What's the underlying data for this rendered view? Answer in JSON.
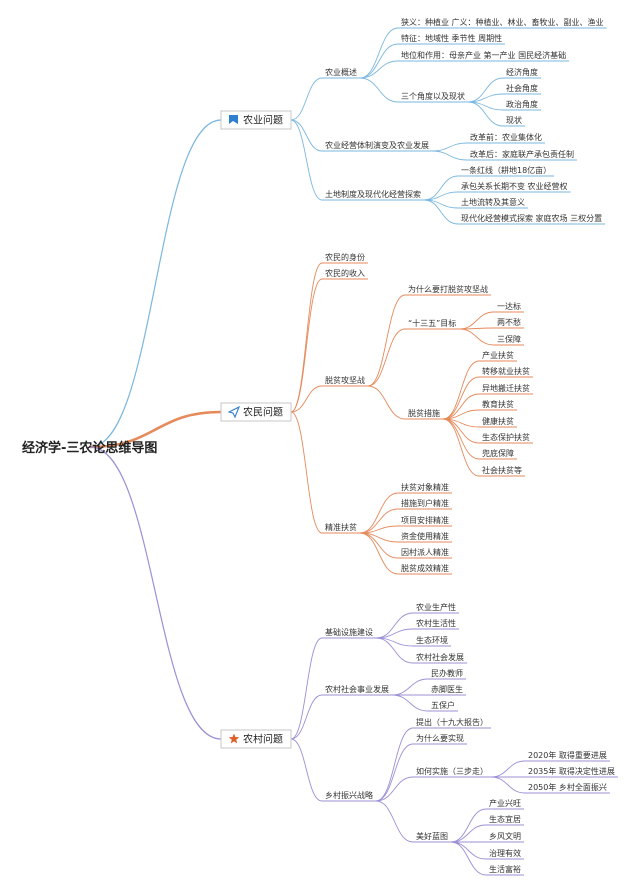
{
  "root": "经济学-三农论思维导图",
  "colors": {
    "branch1": "#7bb7df",
    "branch2": "#e58a5b",
    "branch3": "#9d8fd6"
  },
  "branches": [
    {
      "label": "农业问题",
      "icon": "flag-icon",
      "icon_color": "#2f7fd0",
      "color": "#7bb7df",
      "children": [
        {
          "label": "农业概述",
          "children": [
            {
              "label": "狭义：种植业 广义：种植业、林业、畜牧业、副业、渔业"
            },
            {
              "label": "特征：地域性 季节性 周期性"
            },
            {
              "label": "地位和作用：母亲产业 第一产业 国民经济基础"
            },
            {
              "label": "三个角度以及现状",
              "children": [
                {
                  "label": "经济角度"
                },
                {
                  "label": "社会角度"
                },
                {
                  "label": "政治角度"
                },
                {
                  "label": "现状"
                }
              ]
            }
          ]
        },
        {
          "label": "农业经营体制演变及农业发展",
          "children": [
            {
              "label": "改革前：农业集体化"
            },
            {
              "label": "改革后：家庭联产承包责任制"
            }
          ]
        },
        {
          "label": "土地制度及现代化经营探索",
          "children": [
            {
              "label": "一条红线（耕地18亿亩）"
            },
            {
              "label": "承包关系长期不变 农业经营权"
            },
            {
              "label": "土地流转及其意义"
            },
            {
              "label": "现代化经营模式探索 家庭农场 三权分置"
            }
          ]
        }
      ]
    },
    {
      "label": "农民问题",
      "icon": "send-icon",
      "icon_color": "#2f7fd0",
      "color": "#e58a5b",
      "children": [
        {
          "label": "农民的身份"
        },
        {
          "label": "农民的收入"
        },
        {
          "label": "脱贫攻坚战",
          "children": [
            {
              "label": "为什么要打脱贫攻坚战"
            },
            {
              "label": "“十三五”目标",
              "children": [
                {
                  "label": "一达标"
                },
                {
                  "label": "两不愁"
                },
                {
                  "label": "三保障"
                }
              ]
            },
            {
              "label": "脱贫措施",
              "children": [
                {
                  "label": "产业扶贫"
                },
                {
                  "label": "转移就业扶贫"
                },
                {
                  "label": "异地搬迁扶贫"
                },
                {
                  "label": "教育扶贫"
                },
                {
                  "label": "健康扶贫"
                },
                {
                  "label": "生态保护扶贫"
                },
                {
                  "label": "兜底保障"
                },
                {
                  "label": "社会扶贫等"
                }
              ]
            }
          ]
        },
        {
          "label": "精准扶贫",
          "children": [
            {
              "label": "扶贫对象精准"
            },
            {
              "label": "措施到户精准"
            },
            {
              "label": "项目安排精准"
            },
            {
              "label": "资金使用精准"
            },
            {
              "label": "因村派人精准"
            },
            {
              "label": "脱贫成效精准"
            }
          ]
        }
      ]
    },
    {
      "label": "农村问题",
      "icon": "star-icon",
      "icon_color": "#e0602b",
      "color": "#9d8fd6",
      "children": [
        {
          "label": "基础设施建设",
          "children": [
            {
              "label": "农业生产性"
            },
            {
              "label": "农村生活性"
            },
            {
              "label": "生态环境"
            },
            {
              "label": "农村社会发展"
            }
          ]
        },
        {
          "label": "农村社会事业发展",
          "children": [
            {
              "label": "民办教师"
            },
            {
              "label": "赤脚医生"
            },
            {
              "label": "五保户"
            }
          ]
        },
        {
          "label": "乡村振兴战略",
          "children": [
            {
              "label": "提出（十九大报告）"
            },
            {
              "label": "为什么要实现"
            },
            {
              "label": "如何实施（三步走）",
              "children": [
                {
                  "label": "2020年 取得重要进展"
                },
                {
                  "label": "2035年 取得决定性进展"
                },
                {
                  "label": "2050年 乡村全面振兴"
                }
              ]
            },
            {
              "label": "美好蓝图",
              "children": [
                {
                  "label": "产业兴旺"
                },
                {
                  "label": "生态宜居"
                },
                {
                  "label": "乡风文明"
                },
                {
                  "label": "治理有效"
                },
                {
                  "label": "生活富裕"
                }
              ]
            }
          ]
        }
      ]
    }
  ]
}
